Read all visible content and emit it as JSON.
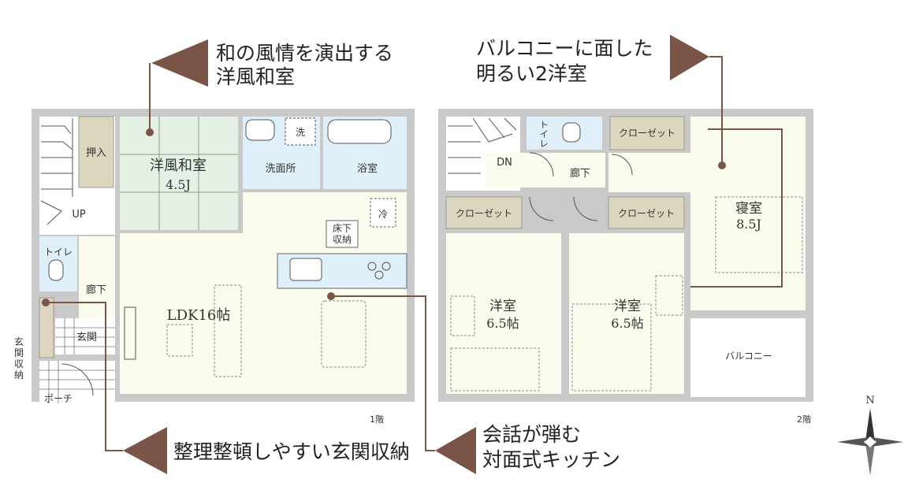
{
  "callouts": {
    "tl": [
      "和の風情を演出する",
      "洋風和室"
    ],
    "tr": [
      "バルコニーに面した",
      "明るい2洋室"
    ],
    "bl": "整理整頓しやすい玄関収納",
    "br": [
      "会話が弾む",
      "対面式キッチン"
    ]
  },
  "floor1": {
    "floor_label": "1階",
    "washitsu": [
      "洋風和室",
      "4.5J"
    ],
    "oshiire": "押入",
    "senmen": "洗面所",
    "sentaku": "洗",
    "yokushitsu": "浴室",
    "rei": "冷",
    "yukashita": [
      "床下",
      "収納"
    ],
    "up": "UP",
    "toilet": "トイレ",
    "rouka": "廊下",
    "ldk": "LDK16帖",
    "genkan": "玄関",
    "genkan_shuno": [
      "玄",
      "関",
      "収",
      "納"
    ],
    "porch": "ポーチ"
  },
  "floor2": {
    "floor_label": "2階",
    "toilet": [
      "ト",
      "イ",
      "レ"
    ],
    "dn": "DN",
    "rouka": "廊下",
    "closet_top": "クローゼット",
    "closet_left": "クローゼット",
    "closet_mid": "クローゼット",
    "shinshitsu": [
      "寝室",
      "8.5J"
    ],
    "yoshitsu_left": [
      "洋室",
      "6.5帖"
    ],
    "yoshitsu_mid": [
      "洋室",
      "6.5帖"
    ],
    "balcony": "バルコニー"
  },
  "compass": {
    "north": "N"
  },
  "colors": {
    "wall": "#c9c9c9",
    "floor": "#fbfbee",
    "tatami": "#e6f1e6",
    "water": "#dff0fb",
    "closet": "#ddd6bf",
    "accent": "#7a5547"
  }
}
